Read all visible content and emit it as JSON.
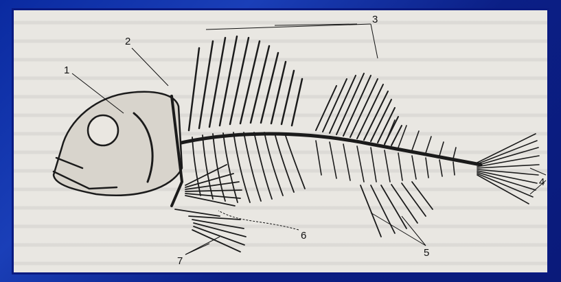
{
  "labels": {
    "l1": "1",
    "l2": "2",
    "l3": "3",
    "l4": "4",
    "l5": "5",
    "l6": "6",
    "l7": "7"
  },
  "colors": {
    "background": "#0b1d8a",
    "paper": "#e9e7e2",
    "bone": "#1b1b1b"
  }
}
